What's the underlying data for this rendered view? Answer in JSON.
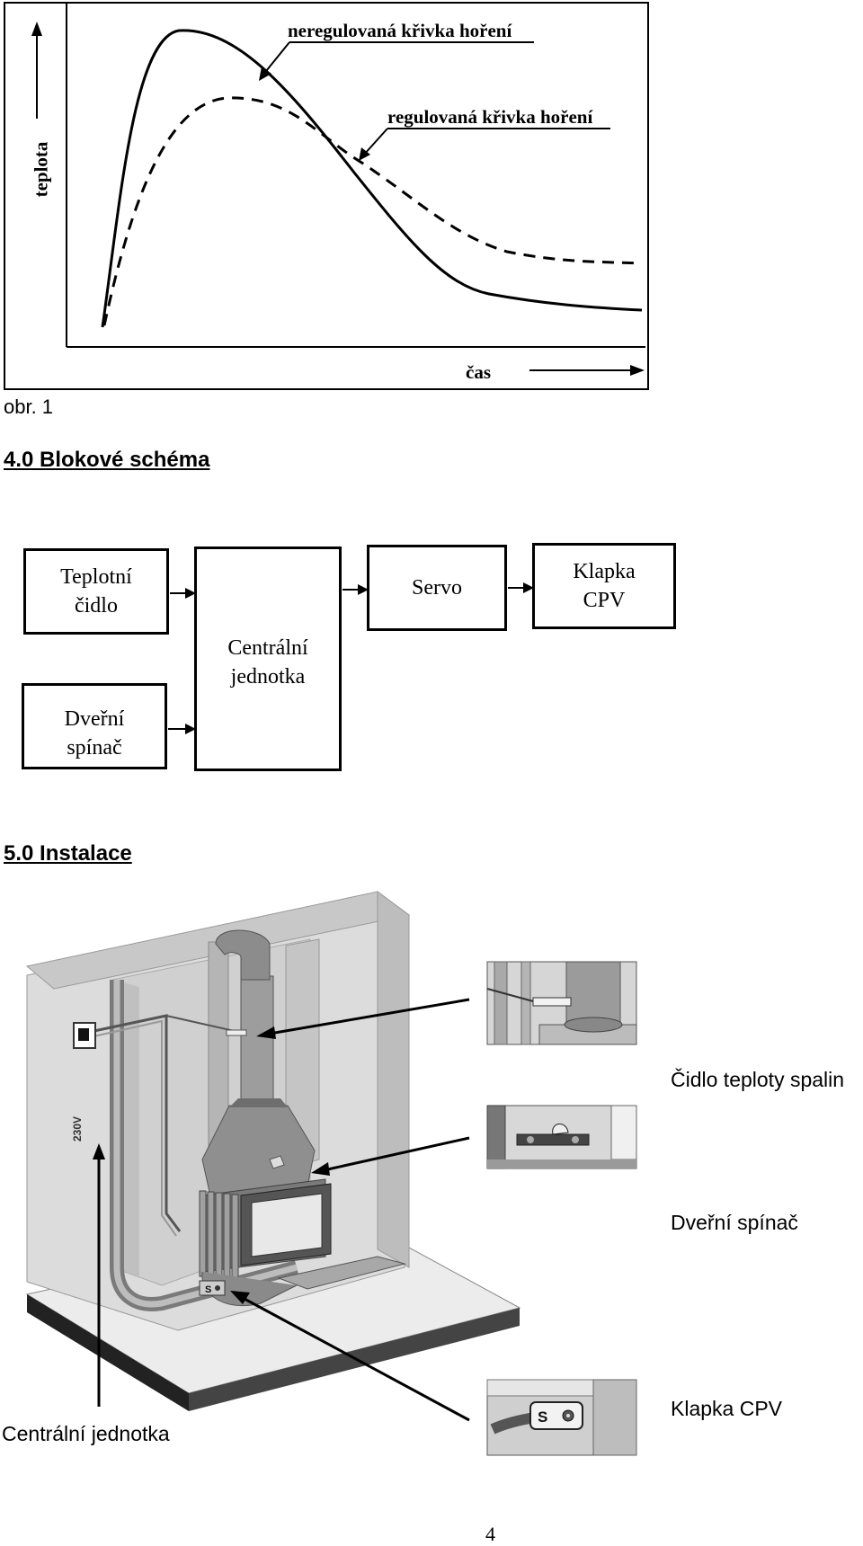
{
  "figure1": {
    "y_axis_label": "teplota",
    "x_axis_label": "čas",
    "curve_unregulated_label": "neregulovaná křivka hoření",
    "curve_regulated_label": "regulovaná křivka hoření",
    "caption": "obr. 1"
  },
  "section4": {
    "heading": "4.0 Blokové schéma",
    "blocks": {
      "temp_sensor": "Teplotní\nčidlo",
      "door_switch": "Dveřní\nspínač",
      "central_unit": "Centrální\njednotka",
      "servo": "Servo",
      "damper": "Klapka\nCPV"
    }
  },
  "section5": {
    "heading": "5.0 Instalace",
    "callouts": {
      "flue_sensor": "Čidlo teploty spalin",
      "door_switch": "Dveřní spínač",
      "damper": "Klapka CPV",
      "central_unit": "Centrální jednotka"
    },
    "voltage_mark": "230V",
    "servo_mark": "S",
    "detail_servo_mark": "S"
  },
  "page_number": "4"
}
